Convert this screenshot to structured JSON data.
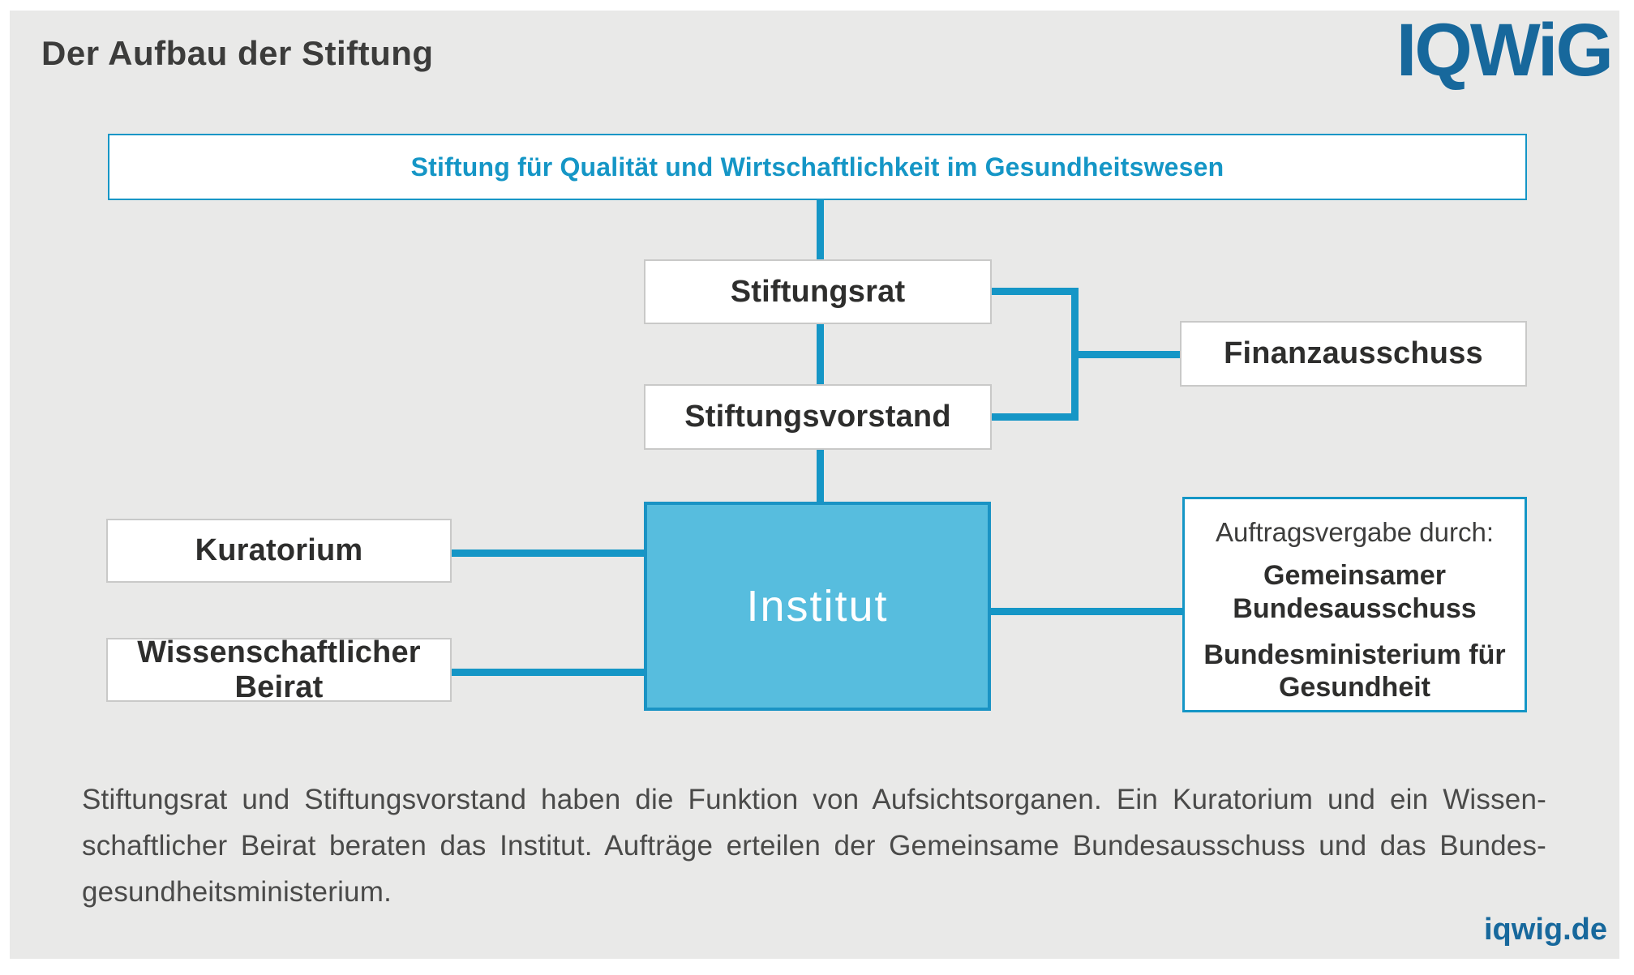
{
  "page": {
    "title": "Der Aufbau der Stiftung",
    "logo_text": "IQWiG",
    "website": "iqwig.de"
  },
  "diagram": {
    "foundation": "Stiftung für Qualität und Wirtschaftlichkeit im Gesundheitswesen",
    "stiftungsrat": "Stiftungsrat",
    "stiftungsvorstand": "Stiftungsvorstand",
    "finanzausschuss": "Finanzausschuss",
    "institut": "Institut",
    "kuratorium": "Kuratorium",
    "wissenschaftlicher_beirat": "Wissenschaftlicher Beirat",
    "auftragsvergabe": {
      "heading": "Auftragsvergabe durch:",
      "items": [
        "Gemeinsamer Bundesausschuss",
        "Bundesministerium für Gesundheit"
      ]
    }
  },
  "caption": {
    "lines": [
      "Stiftungsrat und Stiftungsvorstand haben die Funktion von Aufsichtsorganen. Ein Kuratorium und ein Wissen-",
      "schaftlicher Beirat beraten das Institut. Aufträge erteilen der Gemeinsame Bundesausschuss und das Bundes-",
      "gesundheitsministerium."
    ]
  },
  "colors": {
    "teal": "#1596c6",
    "institut_fill": "#57bdde",
    "institut_border": "#1a93c4",
    "logo_blue": "#17689c",
    "panel_gray": "#e9e9e8",
    "box_border_gray": "#c9c9c8",
    "text_dark": "#3c3c3b"
  }
}
